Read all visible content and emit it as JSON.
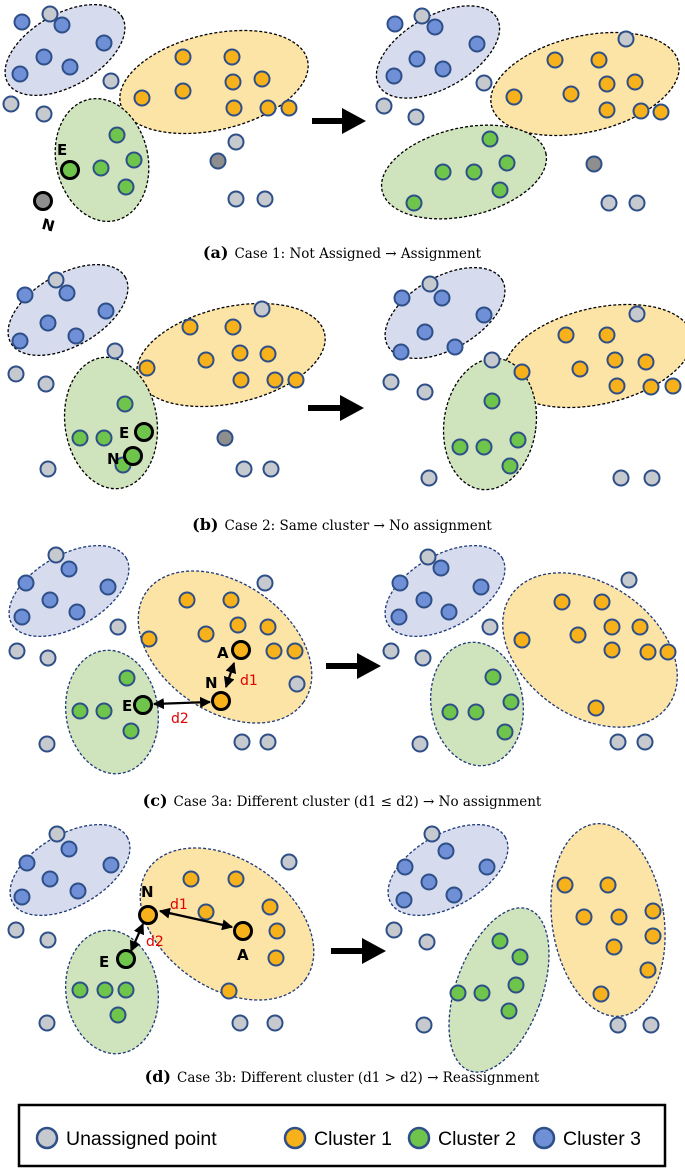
{
  "captions": [
    {
      "tag": "(a)",
      "text": "Case 1: Not Assigned → Assignment"
    },
    {
      "tag": "(b)",
      "text": "Case 2: Same cluster → No assignment"
    },
    {
      "tag": "(c)",
      "text": "Case 3a: Different cluster (d1 ≤ d2) → No assignment"
    },
    {
      "tag": "(d)",
      "text": "Case 3b: Different cluster (d1 > d2) → Reassignment"
    }
  ],
  "point_labels": {
    "E": "E",
    "N": "N",
    "A": "A",
    "d1": "d1",
    "d2": "d2"
  },
  "legend": [
    {
      "label": "Unassigned point",
      "fill": "#c6c9ce"
    },
    {
      "label": "Cluster 1",
      "fill": "#f7b21b"
    },
    {
      "label": "Cluster 2",
      "fill": "#6fc44c"
    },
    {
      "label": "Cluster 3",
      "fill": "#6f8fd6"
    }
  ],
  "colors": {
    "unassigned": "#c6c9ce",
    "cluster1": "#f7b21b",
    "cluster2": "#6fc44c",
    "cluster3": "#6f8fd6",
    "cluster1_region": "#fce3a6",
    "cluster2_region": "#cfe4bc",
    "cluster3_region": "#d6dcee",
    "point_outline": "#2e4f88",
    "distance_label": "#e00000"
  }
}
